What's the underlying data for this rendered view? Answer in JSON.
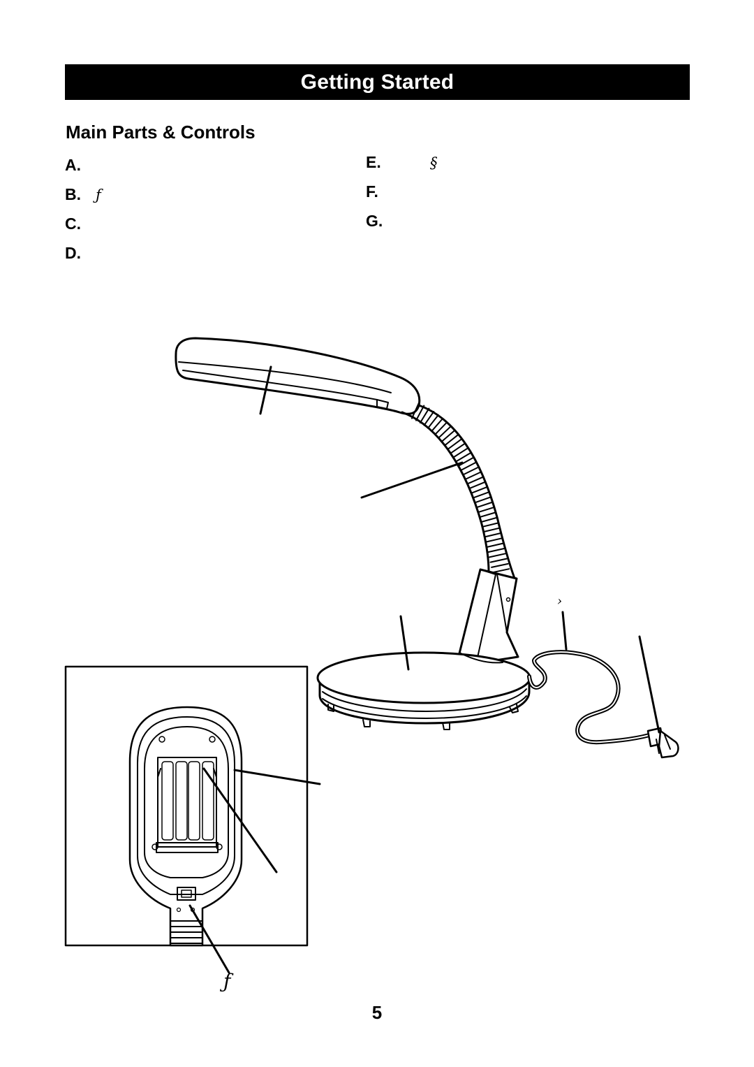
{
  "header": {
    "title": "Getting Started"
  },
  "section": {
    "title": "Main Parts & Controls"
  },
  "parts_left": [
    {
      "letter": "A.",
      "text": ""
    },
    {
      "letter": "B.",
      "text": "ƒ"
    },
    {
      "letter": "C.",
      "text": ""
    },
    {
      "letter": "D.",
      "text": ""
    }
  ],
  "parts_right": [
    {
      "letter": "E.",
      "text": "§"
    },
    {
      "letter": "F.",
      "text": ""
    },
    {
      "letter": "G.",
      "text": ""
    }
  ],
  "figure": {
    "stray_mark_cord": "›",
    "stray_mark_inset": "ƒ"
  },
  "footer": {
    "page_number": "5"
  }
}
